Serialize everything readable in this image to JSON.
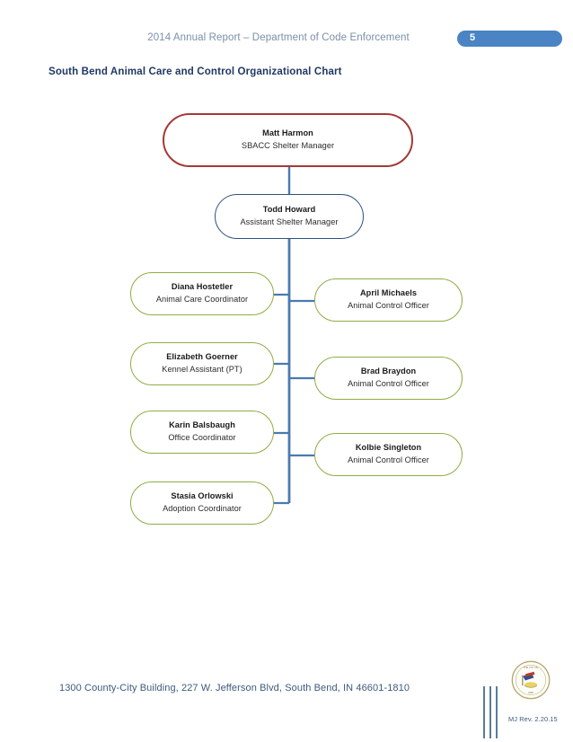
{
  "header": {
    "title": "2014 Annual Report – Department of Code Enforcement",
    "page_number": "5",
    "badge_color": "#4a84c4",
    "title_color": "#7b8fa8"
  },
  "section": {
    "title": "South Bend Animal Care and Control Organizational Chart",
    "title_color": "#1f3864"
  },
  "chart_data": {
    "type": "diagram",
    "title": "South Bend Animal Care and Control Organizational Chart",
    "colors": {
      "root_border": "#a33a37",
      "second_border": "#2d5180",
      "staff_border": "#8ead43",
      "connector": "#4a7ab0"
    },
    "root": {
      "name": "Matt Harmon",
      "title": "SBACC Shelter Manager"
    },
    "second": {
      "name": "Todd Howard",
      "title": "Assistant Shelter Manager"
    },
    "left_column": [
      {
        "name": "Diana Hostetler",
        "title": "Animal Care Coordinator"
      },
      {
        "name": "Elizabeth Goerner",
        "title": "Kennel Assistant (PT)"
      },
      {
        "name": "Karin Balsbaugh",
        "title": "Office Coordinator"
      },
      {
        "name": "Stasia Orlowski",
        "title": "Adoption Coordinator"
      }
    ],
    "right_column": [
      {
        "name": "April Michaels",
        "title": "Animal Control Officer"
      },
      {
        "name": "Brad Braydon",
        "title": "Animal Control Officer"
      },
      {
        "name": "Kolbie Singleton",
        "title": "Animal Control Officer"
      }
    ]
  },
  "footer": {
    "address": "1300 County-City Building, 227 W. Jefferson Blvd, South Bend, IN 46601-1810",
    "revision": "MJ Rev. 2.20.15",
    "address_color": "#3f5a7d"
  }
}
